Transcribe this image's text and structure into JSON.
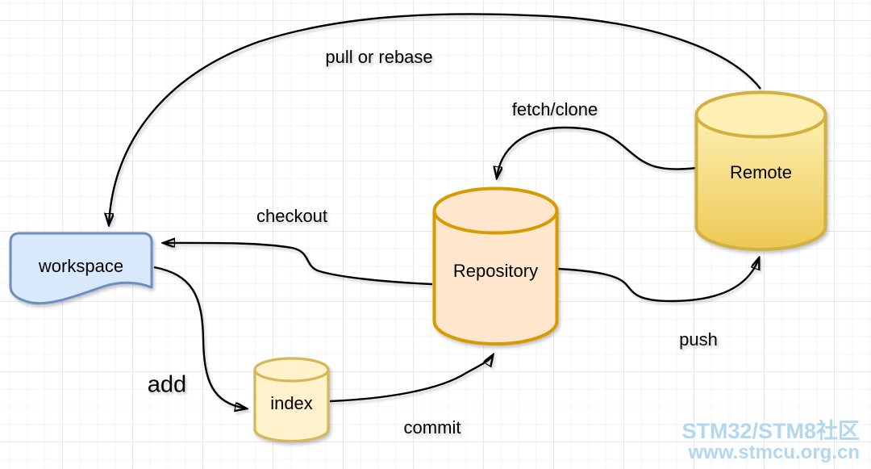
{
  "diagram": {
    "nodes": [
      {
        "label": "workspace",
        "shape": "document",
        "fill": "#dae8fc",
        "stroke": "#6c8ebf"
      },
      {
        "label": "index",
        "shape": "cylinder",
        "fill": "#fff2cc",
        "stroke": "#d6b656"
      },
      {
        "label": "Repository",
        "shape": "cylinder",
        "fill": "#ffe6cc",
        "stroke": "#d79b00"
      },
      {
        "label": "Remote",
        "shape": "cylinder",
        "fill_top": "#fdf0b2",
        "fill_bottom": "#edc855",
        "stroke": "#d2b13f"
      }
    ],
    "edges": [
      {
        "label": "pull or rebase",
        "from": "Remote",
        "to": "workspace"
      },
      {
        "label": "fetch/clone",
        "from": "Remote",
        "to": "Repository"
      },
      {
        "label": "checkout",
        "from": "Repository",
        "to": "workspace"
      },
      {
        "label": "add",
        "from": "workspace",
        "to": "index"
      },
      {
        "label": "commit",
        "from": "index",
        "to": "Repository"
      },
      {
        "label": "push",
        "from": "Repository",
        "to": "Remote"
      }
    ]
  },
  "watermark": {
    "line1": "STM32/STM8社区",
    "line2": "www.stmcu.org.cn",
    "color": "#b3d7ef"
  }
}
